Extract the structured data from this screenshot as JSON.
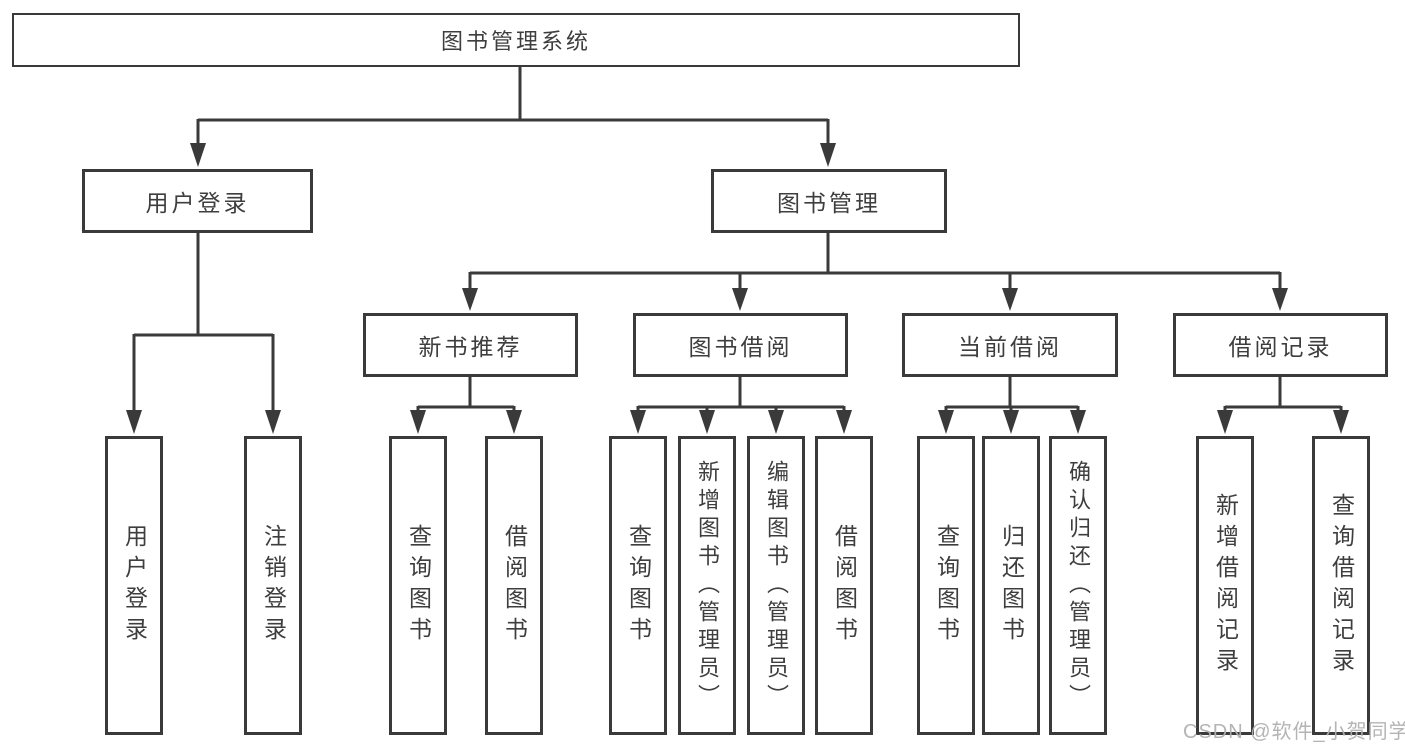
{
  "diagram": {
    "root": {
      "label": "图书管理系统"
    },
    "branches": [
      {
        "label": "用户登录",
        "children": [
          {
            "label": "用户登录"
          },
          {
            "label": "注销登录"
          }
        ]
      },
      {
        "label": "图书管理",
        "children": [
          {
            "label": "新书推荐",
            "children": [
              {
                "label": "查询图书"
              },
              {
                "label": "借阅图书"
              }
            ]
          },
          {
            "label": "图书借阅",
            "children": [
              {
                "label": "查询图书"
              },
              {
                "label": "新增图书（管理员）"
              },
              {
                "label": "编辑图书（管理员）"
              },
              {
                "label": "借阅图书"
              }
            ]
          },
          {
            "label": "当前借阅",
            "children": [
              {
                "label": "查询图书"
              },
              {
                "label": "归还图书"
              },
              {
                "label": "确认归还（管理员）"
              }
            ]
          },
          {
            "label": "借阅记录",
            "children": [
              {
                "label": "新增借阅记录"
              },
              {
                "label": "查询借阅记录"
              }
            ]
          }
        ]
      }
    ],
    "watermark": "CSDN @软件_小贺同学",
    "colors": {
      "line": "#3a3a3a",
      "text": "#3e3e3e",
      "watermark": "#b0b0b0",
      "background": "#ffffff"
    }
  }
}
